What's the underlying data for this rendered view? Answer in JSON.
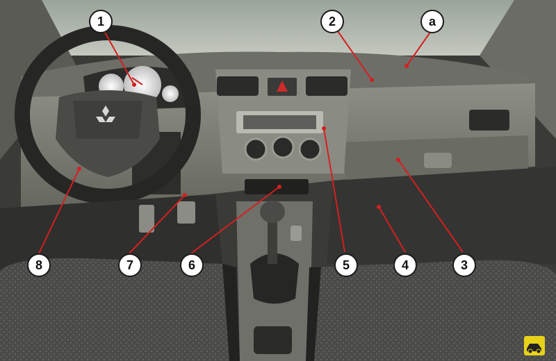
{
  "callouts": {
    "c1": "1",
    "c2": "2",
    "ca": "a",
    "c3": "3",
    "c4": "4",
    "c5": "5",
    "c6": "6",
    "c7": "7",
    "c8": "8"
  },
  "colors": {
    "leader_line": "#d42020",
    "callout_fill": "#ffffff",
    "callout_stroke": "#1a1a1a",
    "dashboard": "#7e7f77",
    "seat_fabric": "#4b4c49",
    "corner_logo": "#e7d21a"
  },
  "icons": {
    "brand_logo": "three-diamond-logo-icon",
    "corner_mark": "car-icon"
  }
}
